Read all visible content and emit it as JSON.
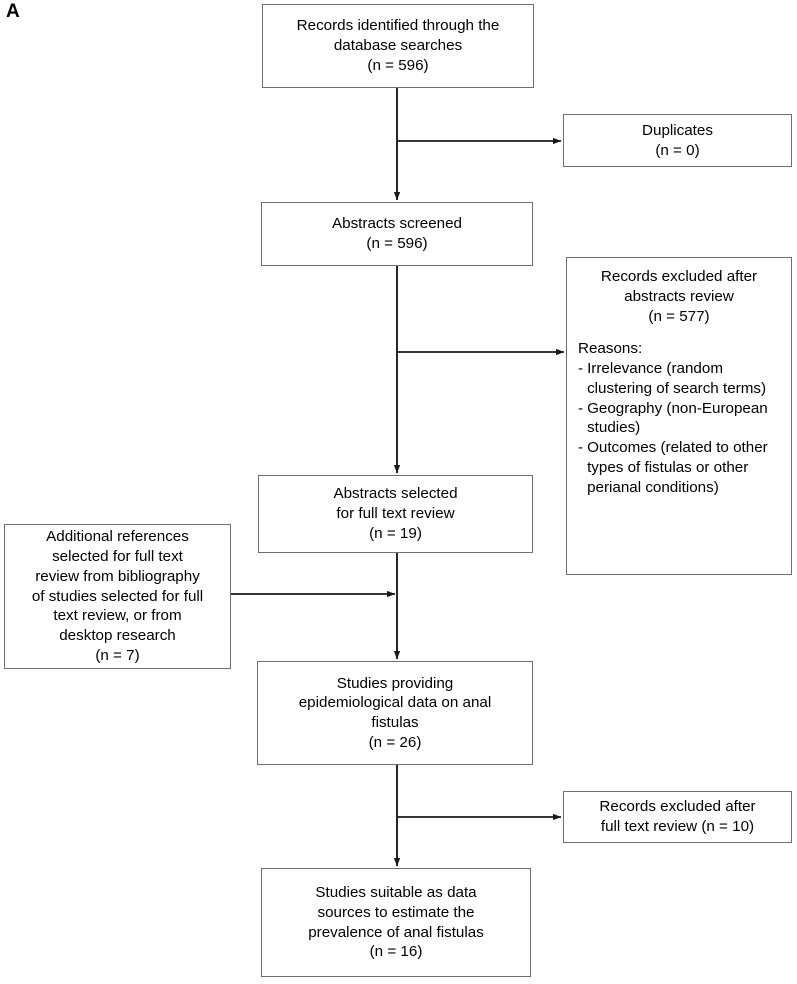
{
  "figure": {
    "panel_label": "A",
    "type": "prisma-flow-diagram"
  },
  "nodes": {
    "identified": {
      "lines": [
        "Records identified through the",
        "database searches",
        "(n = 596)"
      ]
    },
    "duplicates": {
      "lines": [
        "Duplicates",
        "(n = 0)"
      ]
    },
    "screened": {
      "lines": [
        "Abstracts screened",
        "(n = 596)"
      ]
    },
    "excluded_abstracts": {
      "head": [
        "Records excluded after",
        "abstracts review",
        "(n = 577)"
      ],
      "reasons_title": "Reasons:",
      "reasons": [
        {
          "dash": "-",
          "text": "Irrelevance (random clustering of search terms)"
        },
        {
          "dash": "-",
          "text": "Geography (non-European studies)"
        },
        {
          "dash": "-",
          "text": "Outcomes (related to other types of fistulas or other perianal conditions)"
        }
      ]
    },
    "selected_fulltext": {
      "lines": [
        "Abstracts selected",
        "for full text review",
        "(n = 19)"
      ]
    },
    "additional_refs": {
      "lines": [
        "Additional references",
        "selected for full text",
        "review from bibliography",
        "of studies selected for full",
        "text review, or from",
        "desktop research",
        "(n = 7)"
      ]
    },
    "studies_providing": {
      "lines": [
        "Studies providing",
        "epidemiological data on anal",
        "fistulas",
        "(n = 26)"
      ]
    },
    "excluded_fulltext": {
      "lines": [
        "Records excluded after",
        "full text review (n = 10)"
      ]
    },
    "suitable": {
      "lines": [
        "Studies suitable as data",
        "sources to estimate the",
        "prevalence of anal fistulas",
        "(n = 16)"
      ]
    }
  },
  "colors": {
    "box_border": "#6e6e6e",
    "edge": "#1a1a1a",
    "background": "#ffffff",
    "text": "#000000"
  },
  "chart_data": {
    "type": "diagram",
    "title": "PRISMA study selection flow",
    "counts": {
      "records_identified": 596,
      "duplicates": 0,
      "abstracts_screened": 596,
      "excluded_after_abstracts_review": 577,
      "abstracts_selected_full_text": 19,
      "additional_references": 7,
      "studies_providing_epidemiological_data": 26,
      "excluded_after_full_text_review": 10,
      "studies_suitable": 16
    },
    "edges": [
      {
        "from": "identified",
        "to": "duplicates"
      },
      {
        "from": "identified",
        "to": "screened"
      },
      {
        "from": "screened",
        "to": "excluded_abstracts"
      },
      {
        "from": "screened",
        "to": "selected_fulltext"
      },
      {
        "from": "additional_refs",
        "to": "studies_providing"
      },
      {
        "from": "selected_fulltext",
        "to": "studies_providing"
      },
      {
        "from": "studies_providing",
        "to": "excluded_fulltext"
      },
      {
        "from": "studies_providing",
        "to": "suitable"
      }
    ]
  }
}
